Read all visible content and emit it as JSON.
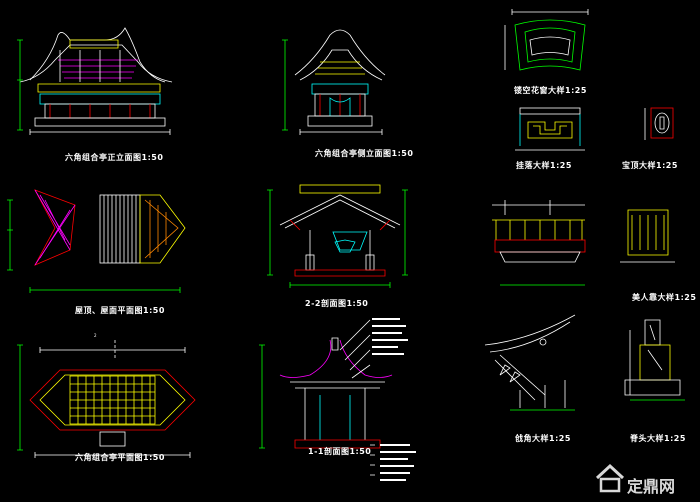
{
  "captions": {
    "front_elevation": "六角组合亭正立面图1:50",
    "side_elevation": "六角组合亭侧立面图1:50",
    "lattice_window": "镂空花窗大样1:25",
    "railing": "挂落大样1:25",
    "roof_finial": "宝顶大样1:25",
    "roof_plan": "屋顶、屋面平面图1:50",
    "section_2_2": "2-2剖面图1:50",
    "bench": "美人靠大样1:25",
    "floor_plan": "六角组合亭平面图1:50",
    "section_1_1": "1-1剖面图1:50",
    "eave_corner": "戗角大样1:25",
    "ridge_end": "脊头大样1:25"
  },
  "plan_marks": {
    "cut_2": "2"
  },
  "watermark": {
    "text": "定鼎网",
    "icon": "house-logo-icon"
  },
  "colors": {
    "background": "#000000",
    "line_white": "#ffffff",
    "line_yellow": "#ffff00",
    "line_cyan": "#00ffff",
    "line_green": "#00ff00",
    "line_red": "#ff0000",
    "line_magenta": "#ff00ff"
  }
}
